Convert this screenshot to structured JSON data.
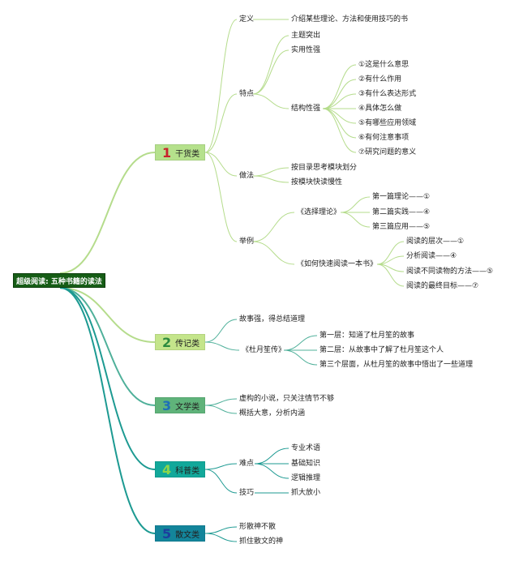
{
  "root": {
    "label": "超级阅读: 五种书籍的读法"
  },
  "colors": {
    "cat1": "#b5e18c",
    "cat2": "#c4e58b",
    "cat3": "#5fb37a",
    "cat4": "#12a89a",
    "cat5": "#13859b",
    "link1": "#b5dc8c",
    "link2": "#4fb09a",
    "link3": "#1d9a92"
  },
  "categories": [
    {
      "num": "1",
      "label": "干货类",
      "num_color": "#c8232c",
      "children": [
        {
          "label": "定义",
          "children": [
            {
              "label": "介绍某些理论、方法和使用技巧的书"
            }
          ]
        },
        {
          "label": "特点",
          "children": [
            {
              "label": "主题突出"
            },
            {
              "label": "实用性强"
            },
            {
              "label": "结构性强",
              "children": [
                {
                  "label": "①这是什么意思"
                },
                {
                  "label": "②有什么作用"
                },
                {
                  "label": "③有什么表达形式"
                },
                {
                  "label": "④具体怎么做"
                },
                {
                  "label": "⑤有哪些应用领域"
                },
                {
                  "label": "⑥有何注意事项"
                },
                {
                  "label": "⑦研究问题的意义"
                }
              ]
            }
          ]
        },
        {
          "label": "做法",
          "children": [
            {
              "label": "按目录思考模块划分"
            },
            {
              "label": "按模块快读慢性"
            }
          ]
        },
        {
          "label": "举例",
          "children": [
            {
              "label": "《选择理论》",
              "children": [
                {
                  "label": "第一篇理论——①"
                },
                {
                  "label": "第二篇实践——④"
                },
                {
                  "label": "第三篇应用——⑤"
                }
              ]
            },
            {
              "label": "《如何快速阅读一本书》",
              "children": [
                {
                  "label": "阅读的层次——①"
                },
                {
                  "label": "分析阅读——④"
                },
                {
                  "label": "阅读不同读物的方法——⑤"
                },
                {
                  "label": "阅读的最终目标——⑦"
                }
              ]
            }
          ]
        }
      ]
    },
    {
      "num": "2",
      "label": "传记类",
      "num_color": "#2b8a3e",
      "children": [
        {
          "label": "故事强，得总结道理"
        },
        {
          "label": "《杜月笙传》",
          "children": [
            {
              "label": "第一层：知道了杜月笙的故事"
            },
            {
              "label": "第二层：从故事中了解了杜月笙这个人"
            },
            {
              "label": "第三个层面，从杜月笙的故事中悟出了一些道理"
            }
          ]
        }
      ]
    },
    {
      "num": "3",
      "label": "文学类",
      "num_color": "#1d6fb8",
      "children": [
        {
          "label": "虚构的小说，只关注情节不够"
        },
        {
          "label": "概括大意，分析内涵"
        }
      ]
    },
    {
      "num": "4",
      "label": "科普类",
      "num_color": "#8cd64a",
      "children": [
        {
          "label": "难点",
          "children": [
            {
              "label": "专业术语"
            },
            {
              "label": "基础知识"
            },
            {
              "label": "逻辑推理"
            }
          ]
        },
        {
          "label": "技巧",
          "children": [
            {
              "label": "抓大放小"
            }
          ]
        }
      ]
    },
    {
      "num": "5",
      "label": "散文类",
      "num_color": "#1c3f9e",
      "children": [
        {
          "label": "形散神不散"
        },
        {
          "label": "抓住散文的神"
        }
      ]
    }
  ]
}
